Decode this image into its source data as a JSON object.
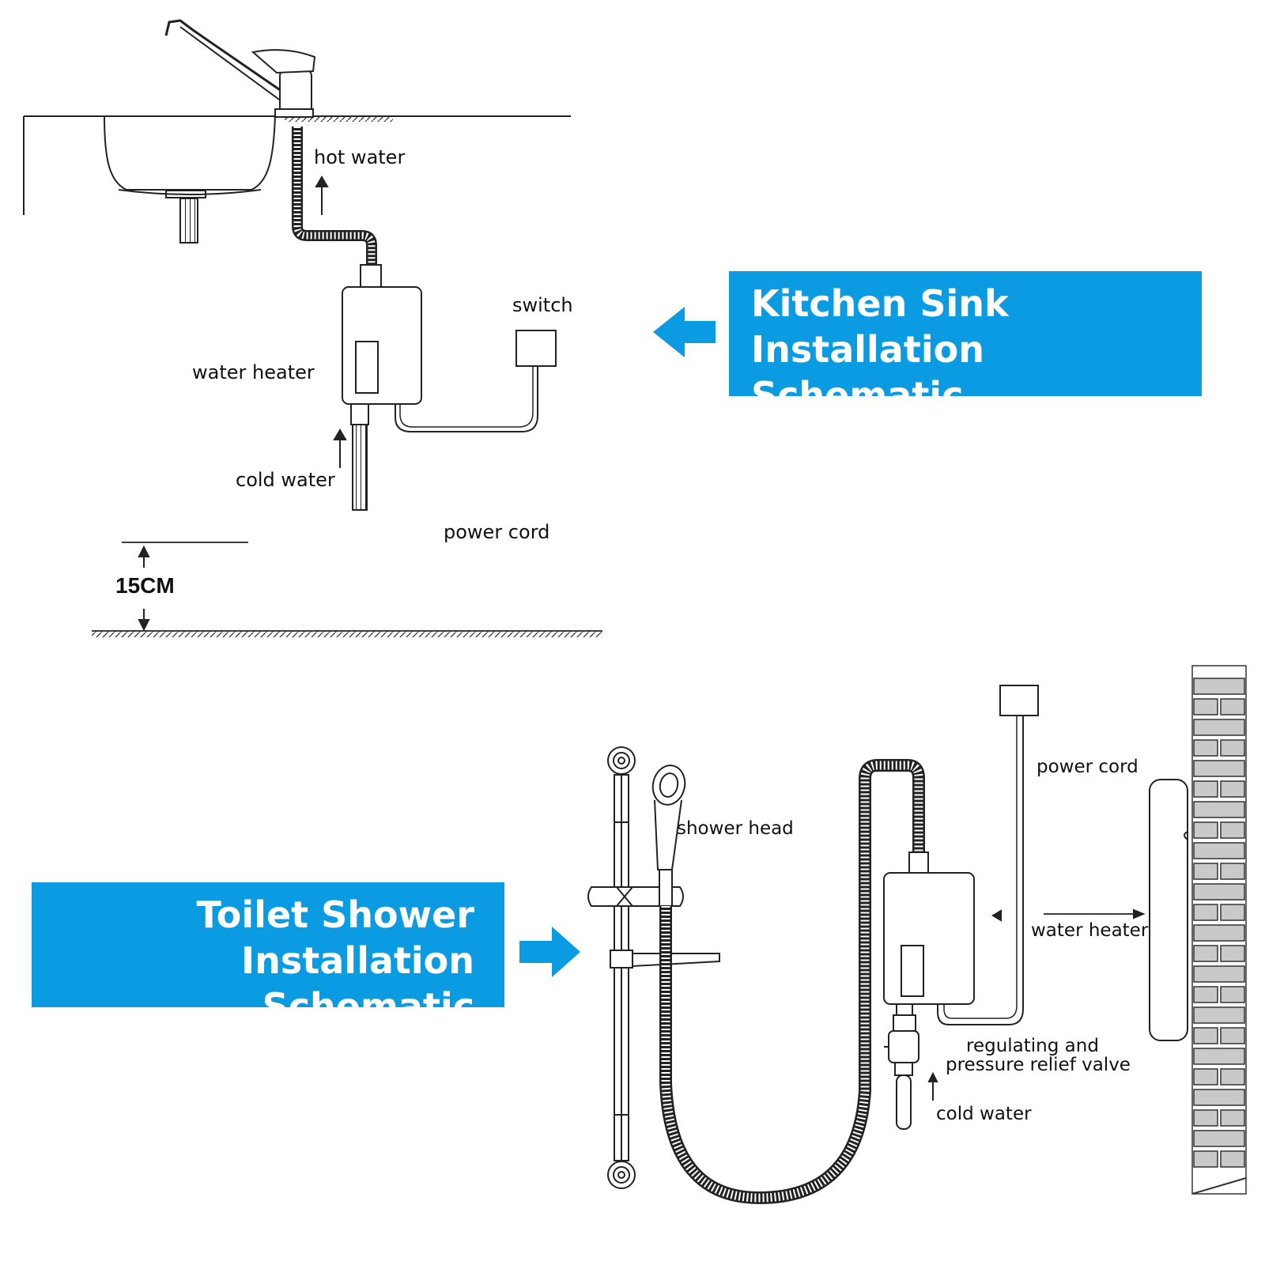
{
  "kitchen": {
    "banner_line1": "Kitchen Sink",
    "banner_line2": "Installation Schematic",
    "labels": {
      "hot_water": "hot water",
      "switch": "switch",
      "water_heater": "water heater",
      "cold_water": "cold water",
      "power_cord": "power cord",
      "height": "15CM"
    }
  },
  "shower": {
    "banner_line1": "Toilet Shower",
    "banner_line2": "Installation Schematic",
    "labels": {
      "power_cord": "power cord",
      "shower_head": "shower head",
      "water_heater": "water heater",
      "valve_line1": "regulating and",
      "valve_line2": "pressure relief valve",
      "cold_water": "cold water"
    }
  },
  "colors": {
    "banner": "#0a9be3",
    "line": "#222222",
    "background": "#ffffff"
  }
}
